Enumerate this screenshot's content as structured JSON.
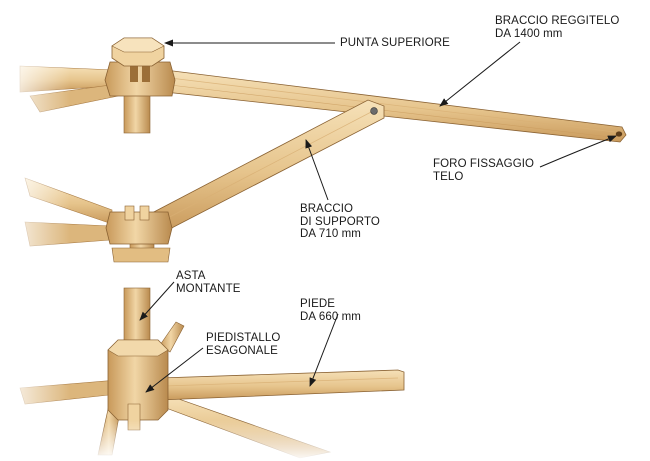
{
  "labels": {
    "top_cap": "PUNTA SUPERIORE",
    "canopy_arm_line1": "BRACCIO REGGITELO",
    "canopy_arm_line2": "DA 1400 mm",
    "fabric_hole_line1": "FORO FISSAGGIO",
    "fabric_hole_line2": "TELO",
    "support_arm_line1": "BRACCIO",
    "support_arm_line2": "DI SUPPORTO",
    "support_arm_line3": "DA 710 mm",
    "pole_line1": "ASTA",
    "pole_line2": "MONTANTE",
    "foot_line1": "PIEDE",
    "foot_line2": "DA 660 mm",
    "base_line1": "PIEDISTALLO",
    "base_line2": "ESAGONALE"
  },
  "colors": {
    "wood_light": "#f2d9ab",
    "wood_mid": "#e2bd82",
    "wood_dark": "#b98a4e",
    "wood_edge": "#8a6233",
    "leader_line": "#1a1a1a"
  }
}
